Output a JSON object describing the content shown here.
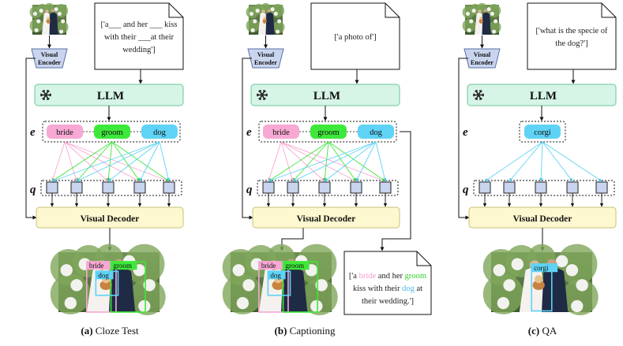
{
  "panels": [
    {
      "id": "a",
      "caption_letter": "(a)",
      "caption_text": " Cloze Test",
      "prompt_lines": [
        "['a___ and her ___ kiss",
        "with their ___at their",
        "wedding']"
      ],
      "entities": [
        {
          "label": "bride",
          "color": "#f7a8d3"
        },
        {
          "label": "groom",
          "color": "#3ee83a"
        },
        {
          "label": "dog",
          "color": "#5fd3f5"
        }
      ],
      "output_boxes": [
        {
          "label": "bride",
          "color": "#f7a8d3"
        },
        {
          "label": "groom",
          "color": "#3ee83a"
        },
        {
          "label": "dog",
          "color": "#5fd3f5"
        }
      ]
    },
    {
      "id": "b",
      "caption_letter": "(b)",
      "caption_text": " Captioning",
      "prompt_lines": [
        "['a photo of']"
      ],
      "entities": [
        {
          "label": "bride",
          "color": "#f7a8d3"
        },
        {
          "label": "groom",
          "color": "#3ee83a"
        },
        {
          "label": "dog",
          "color": "#5fd3f5"
        }
      ],
      "output_boxes": [
        {
          "label": "bride",
          "color": "#f7a8d3"
        },
        {
          "label": "groom",
          "color": "#3ee83a"
        },
        {
          "label": "dog",
          "color": "#5fd3f5"
        }
      ],
      "caption_output": [
        [
          {
            "t": "['a ",
            "c": "#222222"
          },
          {
            "t": "bride",
            "c": "#f29ccd"
          },
          {
            "t": " and her ",
            "c": "#222222"
          },
          {
            "t": "groom",
            "c": "#2fcf2a"
          }
        ],
        [
          {
            "t": "kiss with their ",
            "c": "#222222"
          },
          {
            "t": "dog",
            "c": "#4fb8e8"
          },
          {
            "t": " at",
            "c": "#222222"
          }
        ],
        [
          {
            "t": "their wedding.']",
            "c": "#222222"
          }
        ]
      ]
    },
    {
      "id": "c",
      "caption_letter": "(c)",
      "caption_text": " QA",
      "prompt_lines": [
        "['what is the specie of",
        "the dog?']"
      ],
      "entities": [
        {
          "label": "corgi",
          "color": "#5fd3f5"
        }
      ],
      "output_boxes": [
        {
          "label": "corgi",
          "color": "#5fd3f5"
        }
      ]
    }
  ],
  "labels": {
    "visual_encoder_line1": "Visual",
    "visual_encoder_line2": "Encoder",
    "llm": "LLM",
    "visual_decoder": "Visual Decoder",
    "entity_symbol": "e",
    "query_symbol": "q",
    "freeze_icon": "snowflake-icon"
  },
  "colors": {
    "llm_fill": "#d6f5e6",
    "llm_stroke": "#6cc69a",
    "decoder_fill": "#fdf8cf",
    "decoder_stroke": "#c9c07a",
    "encoder_fill": "#c9d5ee",
    "encoder_stroke": "#5b6fa6",
    "query_fill": "#c9d5ee"
  }
}
